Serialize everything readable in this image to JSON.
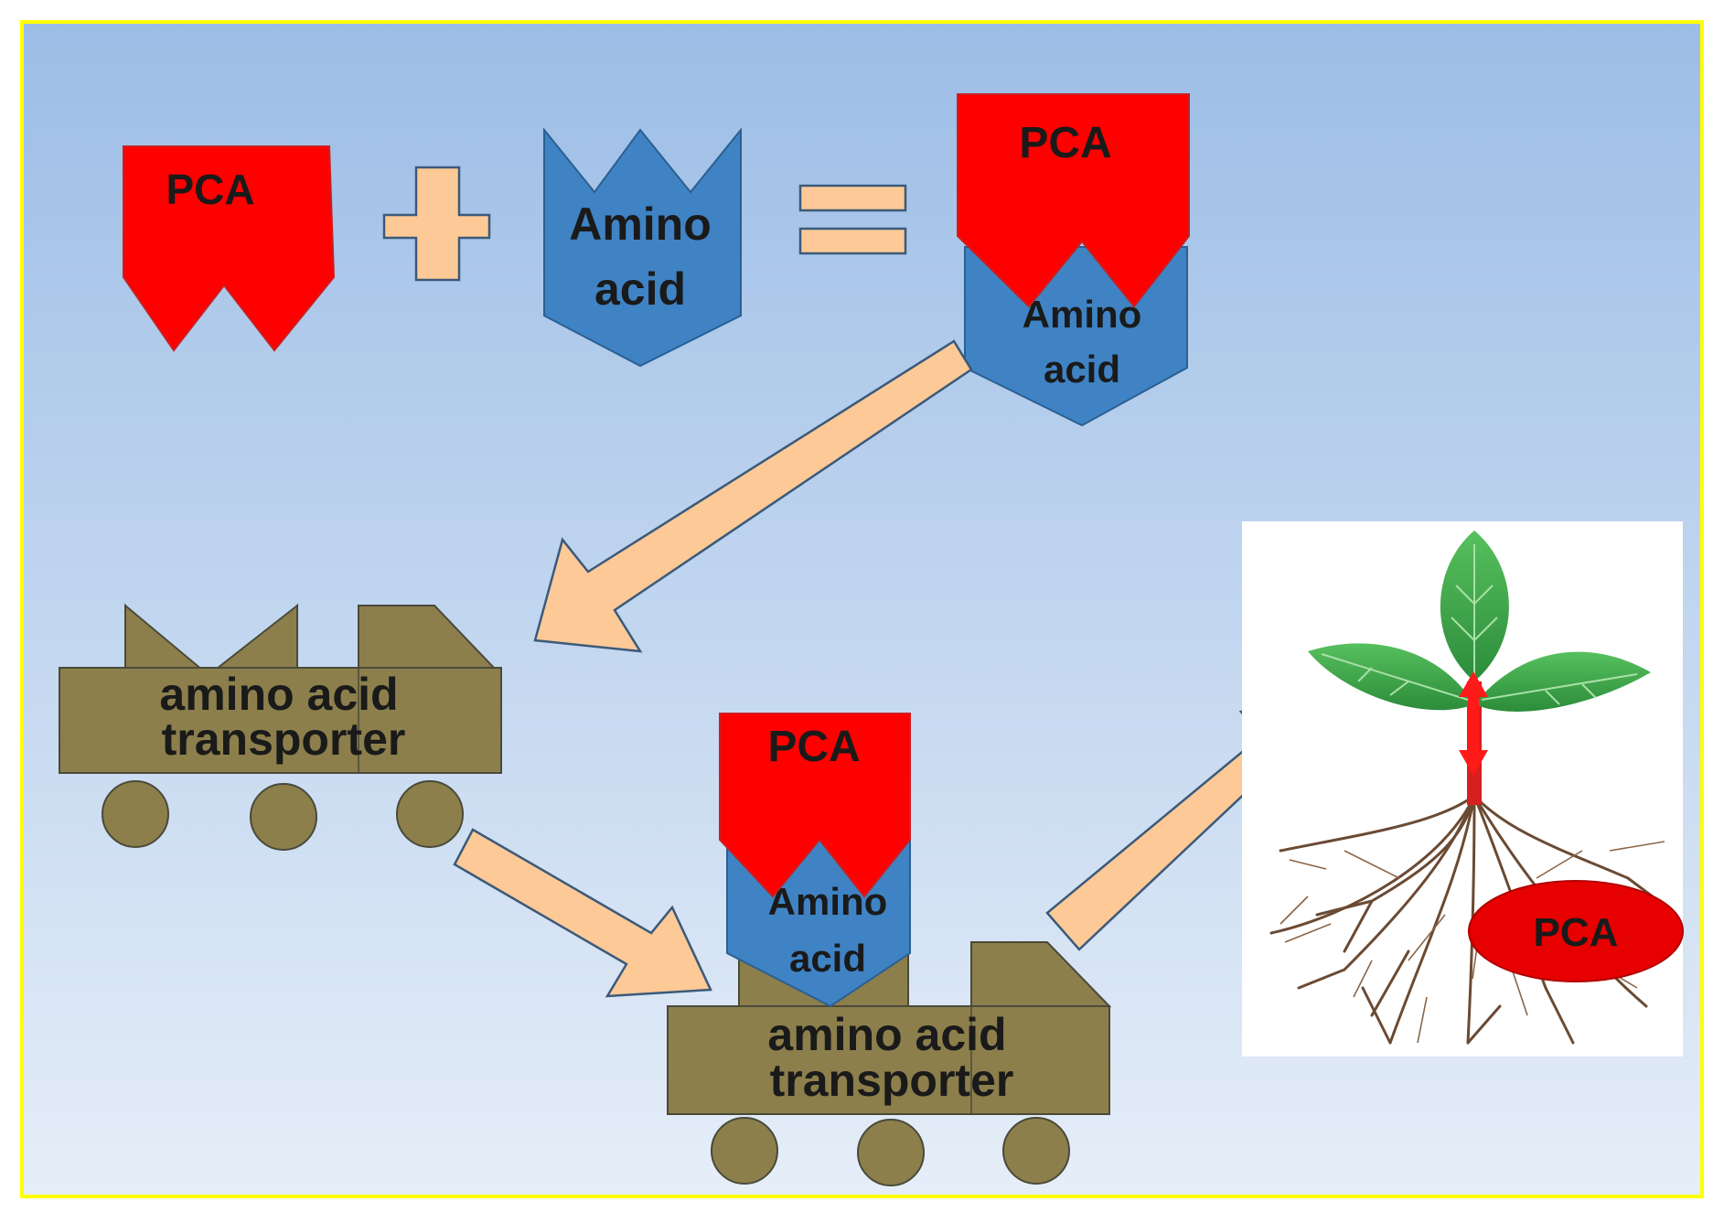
{
  "labels": {
    "pca": "PCA",
    "amino_line1": "Amino",
    "amino_line2": "acid",
    "transporter_line1": "amino acid",
    "transporter_line2": "transporter",
    "root_pca": "PCA"
  },
  "colors": {
    "background_top": "#9cbde6",
    "background_bottom": "#e6eef8",
    "frame_border": "#ffff00",
    "pca_red": "#ff0000",
    "amino_blue": "#3f83c4",
    "transporter_olive": "#8c7f4c",
    "arrow_peach": "#fcc997",
    "leaf_green": "#3aa64a",
    "root_brown": "#6b4a33",
    "text_dark": "#1a1a1a"
  },
  "icons": [
    "plus-icon",
    "equals-icon",
    "plant-icon"
  ]
}
